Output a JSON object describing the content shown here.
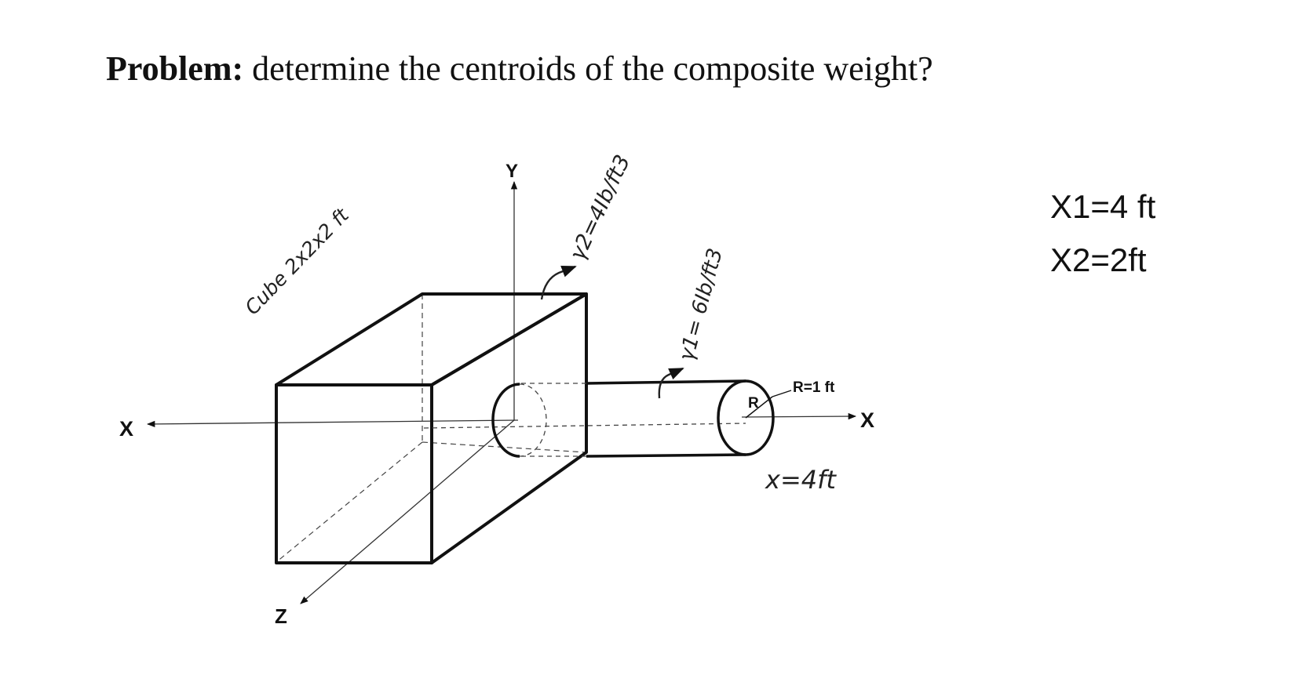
{
  "title": {
    "bold": "Problem:",
    "rest": " determine the centroids of the composite weight?"
  },
  "given": {
    "x1": "X1=4 ft",
    "x2": "X2=2ft"
  },
  "diagram": {
    "axes": {
      "x_left": "X",
      "x_right": "X",
      "y": "Y",
      "z": "Z"
    },
    "cube_label": "Cube 2x2x2 ft",
    "gamma2_label": "γ2=4Ib/ft3",
    "gamma1_label": "γ1= 6Ib/ft3",
    "radius_symbol": "R",
    "radius_value": "R=1 ft",
    "length_label": "x=4ft"
  },
  "colors": {
    "ink": "#111111",
    "background": "#ffffff"
  }
}
